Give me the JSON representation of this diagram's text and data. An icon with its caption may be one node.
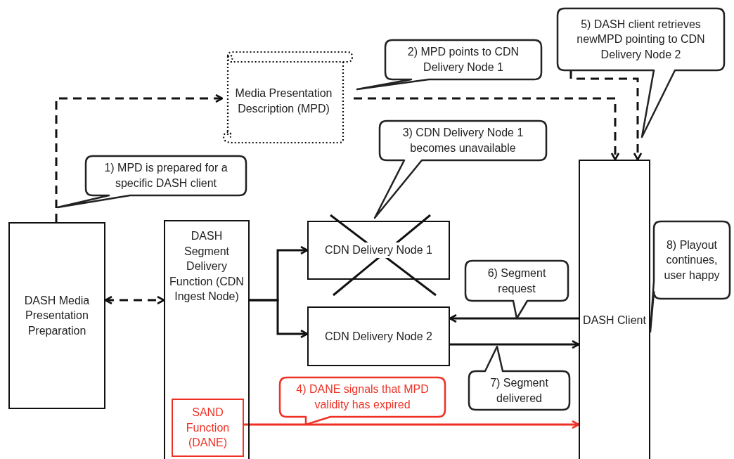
{
  "diagram": {
    "nodes": [
      {
        "text": [
          "Media Presentation Description (MPD)"
        ]
      },
      {
        "text": [
          "2) MPD points to CDN Delivery Node 1"
        ]
      },
      {
        "text": [
          "5) DASH client retrieves newMPD pointing to CDN Delivery Node 2"
        ]
      },
      {
        "text": [
          "3) CDN Delivery Node 1 becomes unavailable"
        ]
      },
      {
        "text": [
          "1) MPD is prepared for a specific DASH client"
        ]
      },
      {
        "text": [
          "DASH Media Presentation Preparation"
        ]
      },
      {
        "text": [
          "DASH Segment Delivery Function (CDN Ingest Node)"
        ]
      },
      {
        "text": [
          "SAND Function (DANE)"
        ],
        "in": 6
      },
      {
        "text": [
          "CDN Delivery Node 1"
        ]
      },
      {
        "text": [
          "CDN Delivery Node 2"
        ]
      },
      {
        "text": [
          "6) Segment request"
        ]
      },
      {
        "text": [
          "DASH Client"
        ]
      },
      {
        "text": [
          "8) Playout continues, user happy"
        ]
      },
      {
        "text": [
          "7) Segment delivered"
        ]
      },
      {
        "text": [
          "4) DANE signals that MPD validity has expired"
        ]
      }
    ],
    "edges": [
      {
        "from": 5,
        "to": 0,
        "arrow": "to",
        "style": "dashed"
      },
      {
        "from": 0,
        "to": 11,
        "arrow": "to",
        "style": "dashed"
      },
      {
        "from": 2,
        "to": 11,
        "arrow": "to",
        "style": "dashed"
      },
      {
        "from": 5,
        "to": 6,
        "arrow": "both",
        "style": "dashed"
      },
      {
        "from": 6,
        "to": 8,
        "arrow": "to"
      },
      {
        "from": 6,
        "to": 9,
        "arrow": "to"
      },
      {
        "from": 11,
        "to": 9,
        "arrow": "to"
      },
      {
        "from": 9,
        "to": 11,
        "arrow": "to"
      },
      {
        "from": 7,
        "to": 11,
        "arrow": "to",
        "color": "#ee3124"
      }
    ]
  }
}
